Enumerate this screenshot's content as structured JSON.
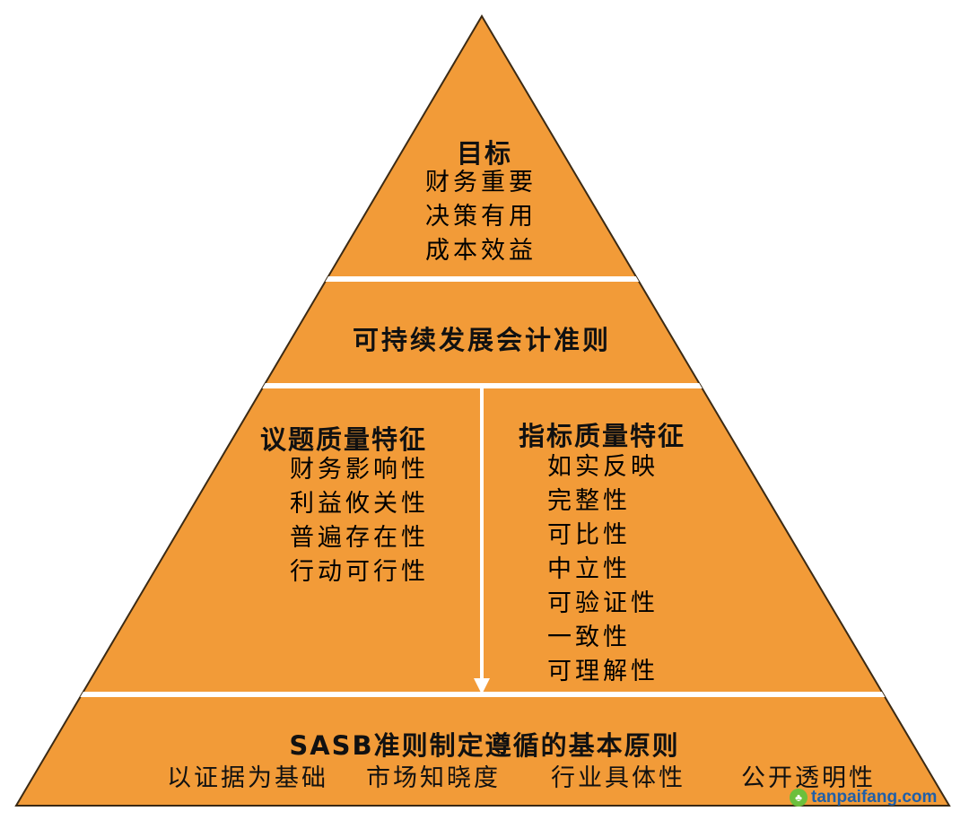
{
  "colors": {
    "fill": "#F29B38",
    "outline": "#3b2a14",
    "divider": "#ffffff",
    "text": "#111111",
    "watermark": "#1f5fa8"
  },
  "goal": {
    "title": "目标",
    "items": [
      "财务重要",
      "决策有用",
      "成本效益"
    ]
  },
  "standards": {
    "title": "可持续发展会计准则"
  },
  "issue_quality": {
    "title": "议题质量特征",
    "items": [
      "财务影响性",
      "利益攸关性",
      "普遍存在性",
      "行动可行性"
    ]
  },
  "indicator_quality": {
    "title": "指标质量特征",
    "items": [
      "如实反映",
      "完整性",
      "可比性",
      "中立性",
      "可验证性",
      "一致性",
      "可理解性"
    ]
  },
  "principles": {
    "title": "SASB准则制定遵循的基本原则",
    "items": [
      "以证据为基础",
      "市场知晓度",
      "行业具体性",
      "公开透明性"
    ]
  },
  "watermark": {
    "text": "tanpaifang.com",
    "icon": "leaf-logo-icon"
  }
}
